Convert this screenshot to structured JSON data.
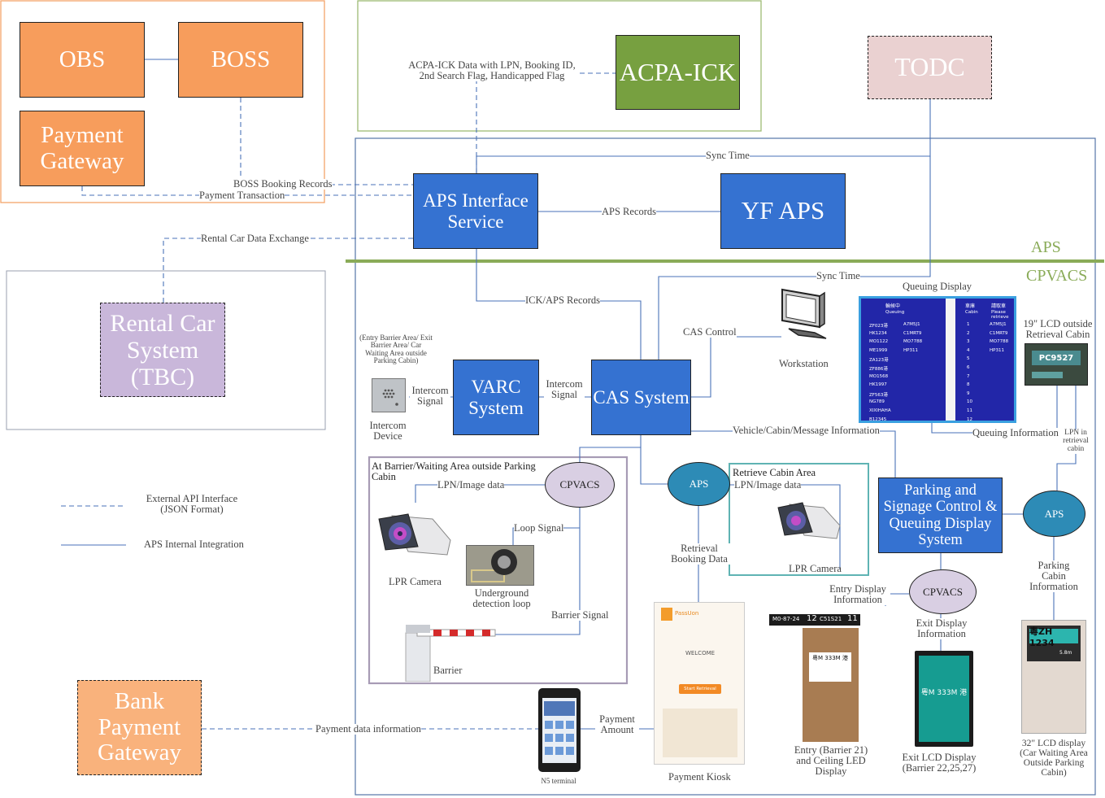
{
  "nodes": {
    "obs": "OBS",
    "boss": "BOSS",
    "payment_gateway": "Payment Gateway",
    "acpa_ick": "ACPA-ICK",
    "todc": "TODC",
    "aps_interface": "APS Interface Service",
    "yf_aps": "YF APS",
    "rental_car": "Rental Car System (TBC)",
    "varc": "VARC System",
    "cas": "CAS System",
    "parking_signage": "Parking and Signage Control & Queuing Display System",
    "bank_gateway": "Bank Payment Gateway"
  },
  "ellipses": {
    "cpvacs_left": "CPVACS",
    "aps_mid": "APS",
    "aps_right": "APS",
    "cpvacs_right": "CPVACS"
  },
  "regions": {
    "aps": "APS",
    "cpvacs": "CPVACS",
    "barrier_area": "At Barrier/Waiting Area outside Parking Cabin",
    "retrieve_area": "Retrieve Cabin Area"
  },
  "edge_labels": {
    "acpa_data_line1": "ACPA-ICK Data with LPN, Booking ID,",
    "acpa_data_line2": "2nd Search Flag, Handicapped Flag",
    "sync_time_top": "Sync Time",
    "boss_booking": "BOSS Booking Records",
    "payment_transaction": "Payment Transaction",
    "aps_records": "APS Records",
    "rental_exchange": "Rental Car Data Exchange",
    "sync_time_mid": "Sync Time",
    "ick_aps_records": "ICK/APS Records",
    "cas_control": "CAS Control",
    "intercom_signal_1": "Intercom Signal",
    "intercom_signal_2": "Intercom Signal",
    "vehicle_cabin_msg": "Vehicle/Cabin/Message Information",
    "queuing_information": "Queuing Information",
    "lpn_in_cabin": "LPN in retrieval cabin",
    "lpn_image_left": "LPN/Image data",
    "lpn_image_right": "LPN/Image data",
    "loop_signal": "Loop Signal",
    "barrier_signal": "Barrier Signal",
    "retrieval_booking": "Retrieval Booking Data",
    "parking_cabin_info": "Parking Cabin Information",
    "entry_display_info": "Entry Display Information",
    "exit_display_info": "Exit Display Information",
    "payment_amount": "Payment Amount",
    "payment_data_info": "Payment data information"
  },
  "devices": {
    "workstation": "Workstation",
    "queuing_display": "Queuing Display",
    "lcd19": "19\" LCD outside Retrieval Cabin",
    "intercom_area": "(Entry Barrier Area/ Exit Barrier Area/ Car Waiting Area outside Parking Cabin)",
    "intercom_device": "Intercom Device",
    "lpr_camera_left": "LPR Camera",
    "underground_loop": "Underground detection loop",
    "barrier": "Barrier",
    "lpr_camera_right": "LPR Camera",
    "payment_kiosk": "Payment Kiosk",
    "n5_terminal": "N5 terminal",
    "entry_led": "Entry (Barrier 21) and Ceiling LED Display",
    "exit_lcd": "Exit LCD Display (Barrier 22,25,27)",
    "lcd32": "32\" LCD display (Car Waiting Area Outside Parking Cabin)"
  },
  "legend": {
    "external_api": "External API Interface (JSON Format)",
    "internal": "APS Internal Integration"
  },
  "screens": {
    "lcd19_plate": "PC9527",
    "kiosk_welcome": "WELCOME",
    "kiosk_button": "Start Retrieval",
    "kiosk_brand": "PassUon",
    "led_left": "M0-87-24",
    "led_left_num": "12",
    "led_right": "C51S21",
    "led_right_num": "11",
    "entry_plate": "粵M 333M 港",
    "exit_plate": "粵M 333M 港",
    "lcd32_plate": "粵ZH 1234",
    "lcd32_sub": "5.8m"
  },
  "queuing_board": {
    "headers": [
      "輪候中",
      "車庫",
      "請取車"
    ],
    "subheaders": [
      "Queuing",
      "Cabin",
      "Please retrieve"
    ],
    "queue_col1": [
      "ZF023港",
      "HK1234",
      "MO1122",
      "ME1999",
      "ZA123港",
      "ZF886港",
      "MO1568",
      "HK1997",
      "ZF563港",
      "NG789",
      "XIXIHAHA",
      "B12345"
    ],
    "queue_col2": [
      "A7M5J1",
      "C1MRT9",
      "MO7788",
      "HP311"
    ],
    "cabins": [
      "1",
      "2",
      "3",
      "4",
      "5",
      "6",
      "7",
      "8",
      "9",
      "10",
      "11",
      "12"
    ],
    "retrieve": [
      "A7M5J1",
      "C1MRT9",
      "MO7788",
      "HP311"
    ]
  },
  "colors": {
    "orange": "#f79d5c",
    "green": "#77a040",
    "pink": "#ead1d1",
    "blue": "#3572d1",
    "purple": "#c9b7da",
    "aps_ellipse": "#2d8bb6",
    "cpvacs_ellipse": "#d9cfe3",
    "divider": "#8aab58"
  }
}
